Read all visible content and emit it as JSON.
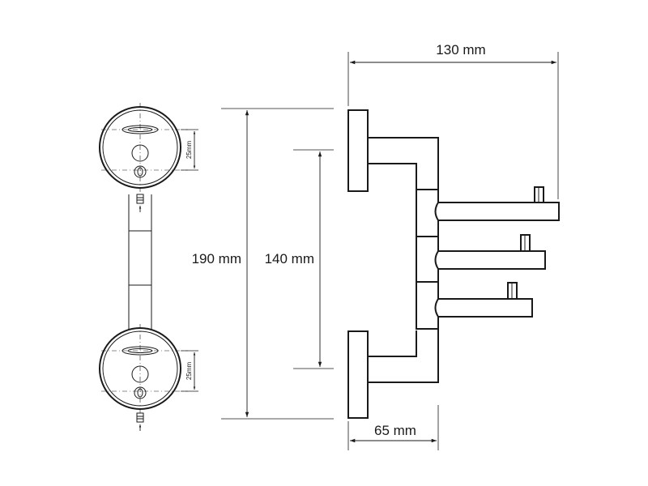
{
  "dimensions": {
    "width_total": "130 mm",
    "height_total": "190 mm",
    "height_inner": "140 mm",
    "depth": "65 mm",
    "hole_spacing_top": "25mm",
    "hole_spacing_bottom": "25mm"
  },
  "colors": {
    "line": "#1a1a1a",
    "background": "#ffffff"
  }
}
